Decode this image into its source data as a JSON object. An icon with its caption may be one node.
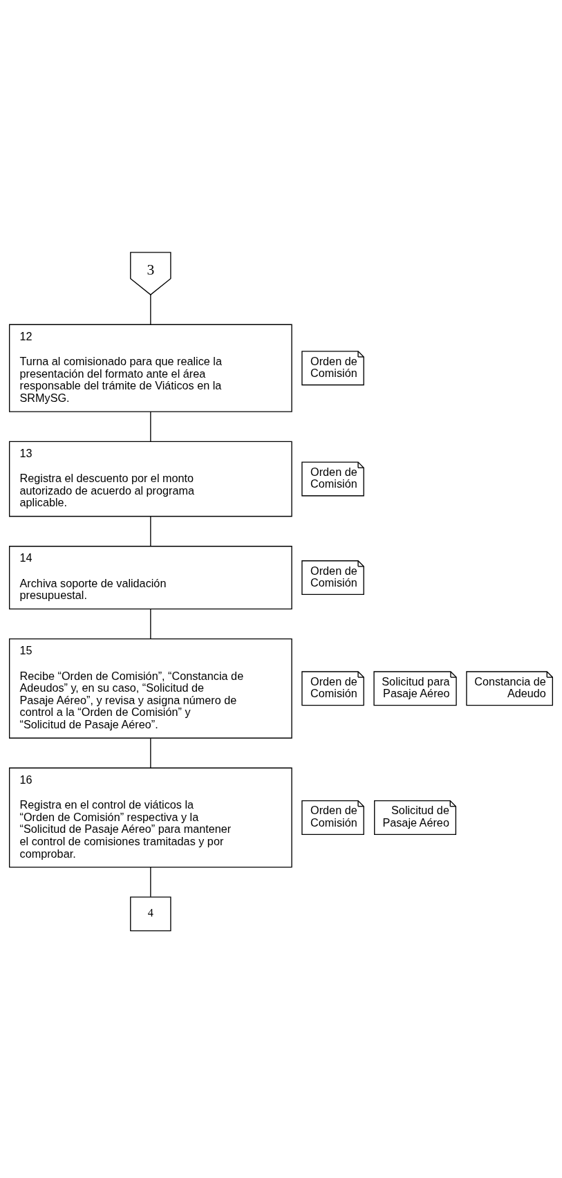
{
  "diagram": {
    "nodes": [
      {
        "text": [
          "3"
        ]
      },
      {
        "text": [
          "12",
          "Turna al comisionado para que realice la presentación del formato ante el área responsable del trámite de Viáticos en la SRMySG."
        ]
      },
      {
        "text": [
          "Orden de Comisión"
        ]
      },
      {
        "text": [
          "13",
          "Registra el descuento por el monto autorizado de acuerdo al programa aplicable."
        ]
      },
      {
        "text": [
          "Orden de Comisión"
        ]
      },
      {
        "text": [
          "14",
          "Archiva soporte de validación presupuestal."
        ]
      },
      {
        "text": [
          "Orden de Comisión"
        ]
      },
      {
        "text": [
          "15",
          "Recibe “Orden de Comisión”, “Constancia de Adeudos” y, en su caso, “Solicitud de Pasaje Aéreo”, y revisa y asigna número de control a la “Orden de Comisión” y “Solicitud de Pasaje Aéreo”."
        ]
      },
      {
        "text": [
          "Orden de Comisión"
        ]
      },
      {
        "text": [
          "Solicitud para Pasaje Aéreo"
        ]
      },
      {
        "text": [
          "Constancia de Adeudo"
        ]
      },
      {
        "text": [
          "16",
          "Registra en el control de viáticos la “Orden de Comisión” respectiva y la “Solicitud de Pasaje Aéreo” para mantener el control de comisiones tramitadas y por comprobar."
        ]
      },
      {
        "text": [
          "Orden de Comisión"
        ]
      },
      {
        "text": [
          "Solicitud de Pasaje Aéreo"
        ]
      },
      {
        "text": [
          "4"
        ]
      }
    ],
    "edges": [
      {
        "from": 0,
        "to": 1,
        "arrow": "none"
      },
      {
        "from": 1,
        "to": 3,
        "arrow": "none"
      },
      {
        "from": 3,
        "to": 5,
        "arrow": "none"
      },
      {
        "from": 5,
        "to": 7,
        "arrow": "none"
      },
      {
        "from": 7,
        "to": 11,
        "arrow": "none"
      },
      {
        "from": 11,
        "to": 14,
        "arrow": "none"
      }
    ]
  }
}
